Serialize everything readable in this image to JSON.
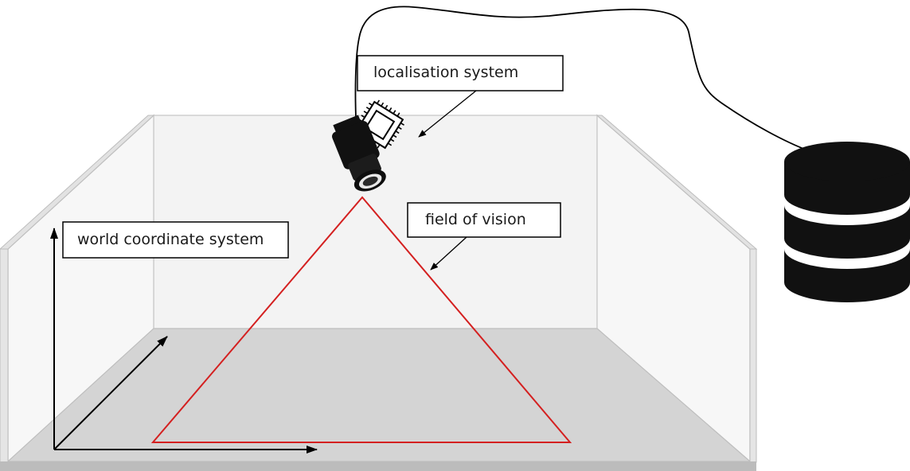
{
  "labels": {
    "localisation_system": "localisation system",
    "field_of_vision": "field of vision",
    "world_coordinate_system": "world coordinate system"
  },
  "icons": {
    "camera": "camera-icon",
    "chip": "chip-icon",
    "database": "database-icon"
  },
  "colors": {
    "field_of_vision": "#d42020",
    "room_floor": "#d4d4d4",
    "room_wall": "#f2f2f2",
    "outline": "#000000"
  }
}
